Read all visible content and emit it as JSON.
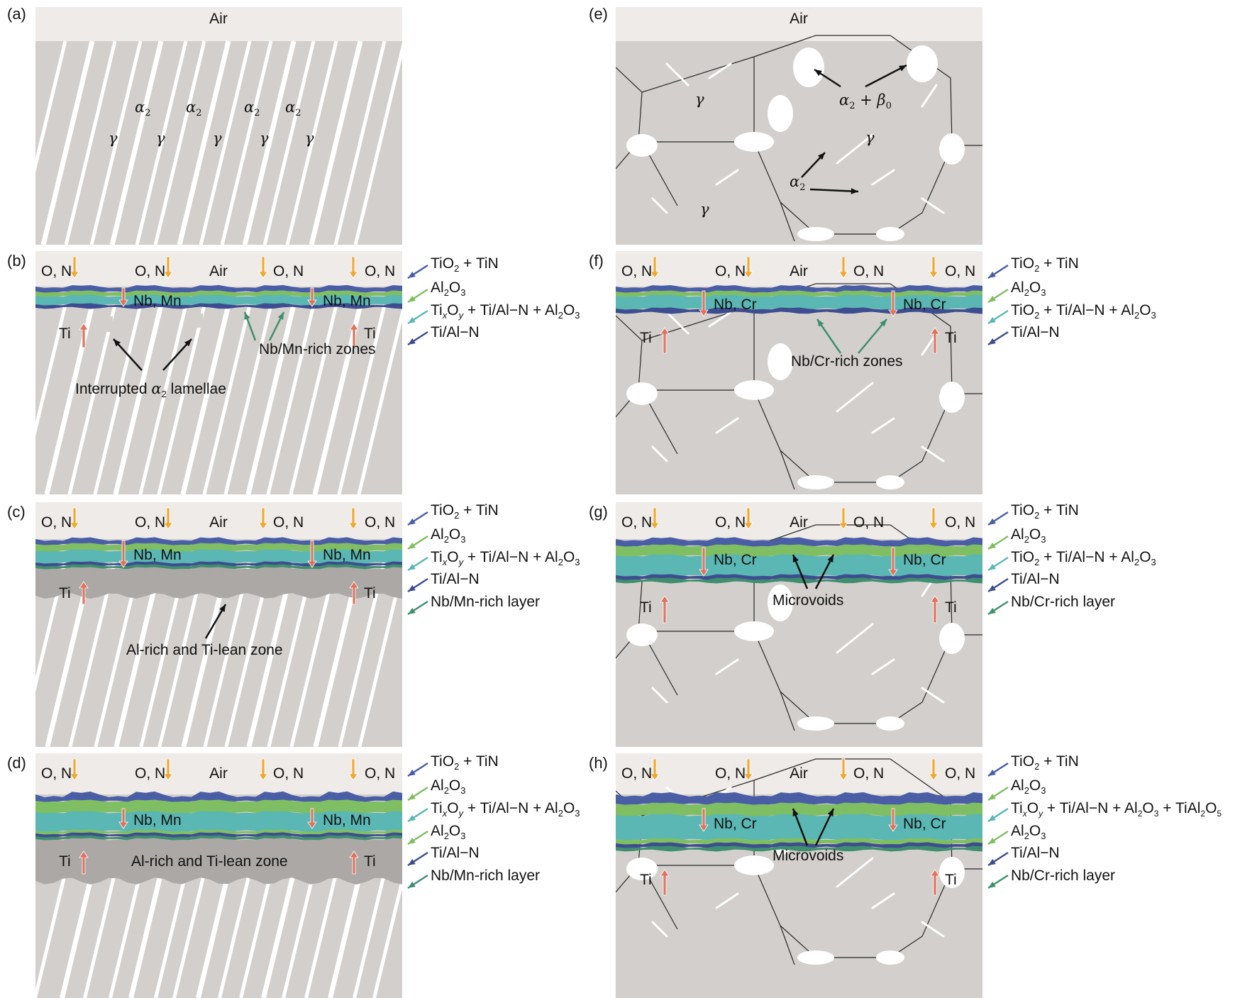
{
  "figure": {
    "panel_letters": [
      "(a)",
      "(b)",
      "(c)",
      "(d)",
      "(e)",
      "(f)",
      "(g)",
      "(h)"
    ],
    "air": "Air",
    "o_n": "O, N",
    "ti": "Ti",
    "phase_alpha": "α",
    "phase_gamma": "γ",
    "sub_2": "2",
    "sub_0": "0",
    "beta": "β",
    "plus": " + ",
    "nb_mn": "Nb, Mn",
    "nb_cr": "Nb, Cr",
    "interrupted_prefix": "Interrupted ",
    "interrupted_suffix": " lamellae",
    "nbmn_zones": "Nb/Mn-rich zones",
    "nbcr_zones": "Nb/Cr-rich zones",
    "al_rich_zone": "Al-rich and Ti-lean zone",
    "microvoids": "Microvoids",
    "legend": {
      "tio2_tin": [
        "TiO",
        "2",
        " + TiN"
      ],
      "al2o3": [
        "Al",
        "2",
        "O",
        "3"
      ],
      "tixoy_left": [
        "Ti",
        "x",
        "O",
        "y",
        " + Ti/Al−N + Al",
        "2",
        "O",
        "3"
      ],
      "tio2_mix": [
        "TiO",
        "2",
        " + Ti/Al−N + Al",
        "2",
        "O",
        "3"
      ],
      "tixoy_h": [
        "Ti",
        "x",
        "O",
        "y",
        " + Ti/Al−N + Al",
        "2",
        "O",
        "3",
        " + TiAl",
        "2",
        "O",
        "5"
      ],
      "tial_n": "Ti/Al−N",
      "nbmn_layer": "Nb/Mn-rich layer",
      "nbcr_layer": "Nb/Cr-rich layer"
    },
    "colors": {
      "air": "#efebe8",
      "matrix": "#d2cfcc",
      "tio2_tin": "#4a5ea6",
      "al2o3": "#7fbe62",
      "tixoy": "#5bb7b3",
      "tial_n": "#3e4d8f",
      "nb_rich": "#3f8f6e",
      "al_rich": "#aba8a6",
      "arrow_orange": "#f0a830",
      "arrow_red": "#e0735d"
    }
  }
}
